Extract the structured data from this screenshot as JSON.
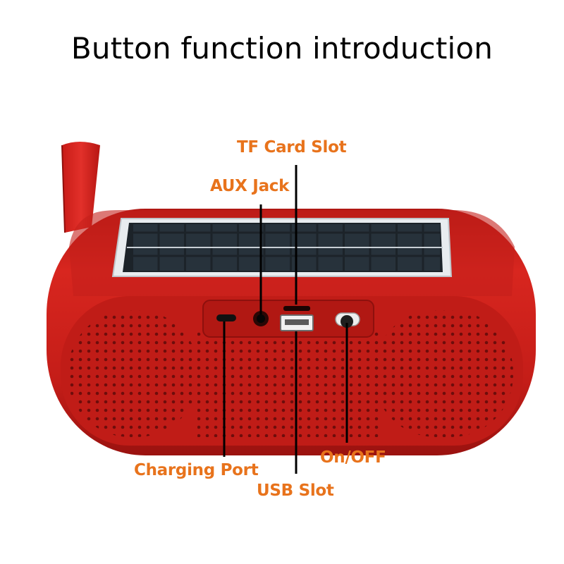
{
  "title": "Button function introduction",
  "labels": {
    "tf_card_slot": "TF Card Slot",
    "aux_jack": "AUX Jack",
    "charging_port": "Charging Port",
    "usb_slot": "USB Slot",
    "on_off": "On/OFF"
  },
  "colors": {
    "speaker_body": "#d2231f",
    "label_text": "#e8731c",
    "solar_panel": "#2b3a44",
    "leader_line": "#000000"
  },
  "icons": [
    "solar-panel-icon",
    "usb-port-icon",
    "aux-jack-icon",
    "power-switch-icon"
  ]
}
